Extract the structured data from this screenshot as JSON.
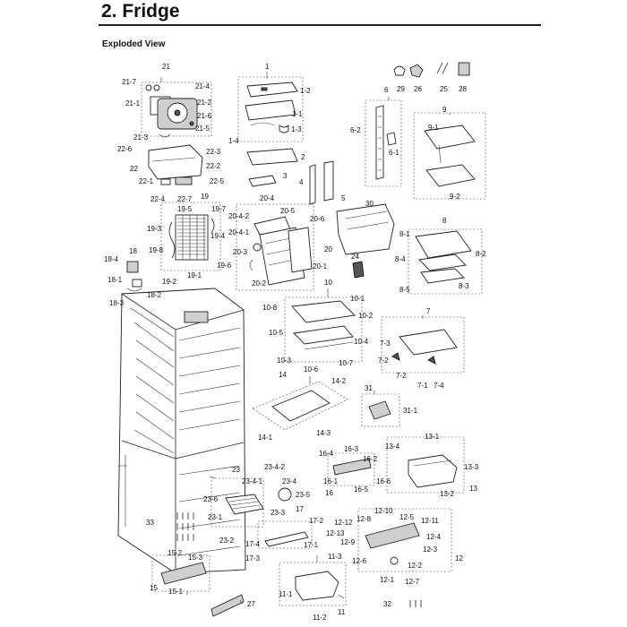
{
  "page": {
    "title": "2.  Fridge",
    "section": "Exploded View"
  },
  "callouts": [
    {
      "id": "c-1",
      "text": "1"
    },
    {
      "id": "c-1-1",
      "text": "1-1"
    },
    {
      "id": "c-1-2",
      "text": "1-2"
    },
    {
      "id": "c-1-3",
      "text": "1-3"
    },
    {
      "id": "c-1-4",
      "text": "1-4"
    },
    {
      "id": "c-2",
      "text": "2"
    },
    {
      "id": "c-3",
      "text": "3"
    },
    {
      "id": "c-4",
      "text": "4"
    },
    {
      "id": "c-5",
      "text": "5"
    },
    {
      "id": "c-6",
      "text": "6"
    },
    {
      "id": "c-6-1",
      "text": "6-1"
    },
    {
      "id": "c-6-2",
      "text": "6-2"
    },
    {
      "id": "c-7",
      "text": "7"
    },
    {
      "id": "c-7-1",
      "text": "7-1"
    },
    {
      "id": "c-7-2a",
      "text": "7-2"
    },
    {
      "id": "c-7-2b",
      "text": "7-2"
    },
    {
      "id": "c-7-3",
      "text": "7-3"
    },
    {
      "id": "c-7-4",
      "text": "7-4"
    },
    {
      "id": "c-8",
      "text": "8"
    },
    {
      "id": "c-8-1",
      "text": "8-1"
    },
    {
      "id": "c-8-2",
      "text": "8-2"
    },
    {
      "id": "c-8-3",
      "text": "8-3"
    },
    {
      "id": "c-8-4",
      "text": "8-4"
    },
    {
      "id": "c-8-5",
      "text": "8-5"
    },
    {
      "id": "c-9",
      "text": "9"
    },
    {
      "id": "c-9-1",
      "text": "9-1"
    },
    {
      "id": "c-9-2",
      "text": "9-2"
    },
    {
      "id": "c-10",
      "text": "10"
    },
    {
      "id": "c-10-1",
      "text": "10-1"
    },
    {
      "id": "c-10-2",
      "text": "10-2"
    },
    {
      "id": "c-10-3",
      "text": "10-3"
    },
    {
      "id": "c-10-4",
      "text": "10-4"
    },
    {
      "id": "c-10-5",
      "text": "10-5"
    },
    {
      "id": "c-10-6",
      "text": "10-6"
    },
    {
      "id": "c-10-7",
      "text": "10-7"
    },
    {
      "id": "c-10-8",
      "text": "10-8"
    },
    {
      "id": "c-11",
      "text": "11"
    },
    {
      "id": "c-11-1",
      "text": "11-1"
    },
    {
      "id": "c-11-2",
      "text": "11-2"
    },
    {
      "id": "c-11-3",
      "text": "11-3"
    },
    {
      "id": "c-12",
      "text": "12"
    },
    {
      "id": "c-12-1",
      "text": "12-1"
    },
    {
      "id": "c-12-2",
      "text": "12-2"
    },
    {
      "id": "c-12-3",
      "text": "12-3"
    },
    {
      "id": "c-12-4",
      "text": "12-4"
    },
    {
      "id": "c-12-5",
      "text": "12-5"
    },
    {
      "id": "c-12-6",
      "text": "12-6"
    },
    {
      "id": "c-12-7",
      "text": "12-7"
    },
    {
      "id": "c-12-8",
      "text": "12-8"
    },
    {
      "id": "c-12-9",
      "text": "12-9"
    },
    {
      "id": "c-12-10",
      "text": "12-10"
    },
    {
      "id": "c-12-11",
      "text": "12-11"
    },
    {
      "id": "c-12-12",
      "text": "12-12"
    },
    {
      "id": "c-12-13",
      "text": "12-13"
    },
    {
      "id": "c-13",
      "text": "13"
    },
    {
      "id": "c-13-1",
      "text": "13-1"
    },
    {
      "id": "c-13-2",
      "text": "13-2"
    },
    {
      "id": "c-13-3",
      "text": "13-3"
    },
    {
      "id": "c-13-4",
      "text": "13-4"
    },
    {
      "id": "c-14",
      "text": "14"
    },
    {
      "id": "c-14-1",
      "text": "14-1"
    },
    {
      "id": "c-14-2",
      "text": "14-2"
    },
    {
      "id": "c-14-3",
      "text": "14-3"
    },
    {
      "id": "c-15",
      "text": "15"
    },
    {
      "id": "c-15-1",
      "text": "15-1"
    },
    {
      "id": "c-15-2",
      "text": "15-2"
    },
    {
      "id": "c-15-3",
      "text": "15-3"
    },
    {
      "id": "c-16",
      "text": "16"
    },
    {
      "id": "c-16-1",
      "text": "16-1"
    },
    {
      "id": "c-16-2",
      "text": "16-2"
    },
    {
      "id": "c-16-3",
      "text": "16-3"
    },
    {
      "id": "c-16-4",
      "text": "16-4"
    },
    {
      "id": "c-16-5",
      "text": "16-5"
    },
    {
      "id": "c-16-6",
      "text": "16-6"
    },
    {
      "id": "c-17",
      "text": "17"
    },
    {
      "id": "c-17-1",
      "text": "17-1"
    },
    {
      "id": "c-17-2",
      "text": "17-2"
    },
    {
      "id": "c-17-3",
      "text": "17-3"
    },
    {
      "id": "c-17-4",
      "text": "17-4"
    },
    {
      "id": "c-18",
      "text": "18"
    },
    {
      "id": "c-18-1",
      "text": "18-1"
    },
    {
      "id": "c-18-2",
      "text": "18-2"
    },
    {
      "id": "c-18-3",
      "text": "18-3"
    },
    {
      "id": "c-18-4",
      "text": "18-4"
    },
    {
      "id": "c-19",
      "text": "19"
    },
    {
      "id": "c-19-1",
      "text": "19-1"
    },
    {
      "id": "c-19-2",
      "text": "19-2"
    },
    {
      "id": "c-19-3",
      "text": "19-3"
    },
    {
      "id": "c-19-4",
      "text": "19-4"
    },
    {
      "id": "c-19-5",
      "text": "19-5"
    },
    {
      "id": "c-19-6",
      "text": "19-6"
    },
    {
      "id": "c-19-7",
      "text": "19-7"
    },
    {
      "id": "c-19-8",
      "text": "19-8"
    },
    {
      "id": "c-20",
      "text": "20"
    },
    {
      "id": "c-20-1",
      "text": "20-1"
    },
    {
      "id": "c-20-2",
      "text": "20-2"
    },
    {
      "id": "c-20-3",
      "text": "20-3"
    },
    {
      "id": "c-20-4",
      "text": "20-4"
    },
    {
      "id": "c-20-4-1",
      "text": "20-4-1"
    },
    {
      "id": "c-20-4-2",
      "text": "20-4-2"
    },
    {
      "id": "c-20-5",
      "text": "20-5"
    },
    {
      "id": "c-20-6",
      "text": "20-6"
    },
    {
      "id": "c-21",
      "text": "21"
    },
    {
      "id": "c-21-1",
      "text": "21-1"
    },
    {
      "id": "c-21-2",
      "text": "21-2"
    },
    {
      "id": "c-21-3",
      "text": "21-3"
    },
    {
      "id": "c-21-4",
      "text": "21-4"
    },
    {
      "id": "c-21-5",
      "text": "21-5"
    },
    {
      "id": "c-21-6",
      "text": "21-6"
    },
    {
      "id": "c-21-7",
      "text": "21-7"
    },
    {
      "id": "c-22",
      "text": "22"
    },
    {
      "id": "c-22-1",
      "text": "22-1"
    },
    {
      "id": "c-22-2",
      "text": "22-2"
    },
    {
      "id": "c-22-3",
      "text": "22-3"
    },
    {
      "id": "c-22-4",
      "text": "22-4"
    },
    {
      "id": "c-22-5",
      "text": "22-5"
    },
    {
      "id": "c-22-6",
      "text": "22-6"
    },
    {
      "id": "c-22-7",
      "text": "22-7"
    },
    {
      "id": "c-23",
      "text": "23"
    },
    {
      "id": "c-23-1",
      "text": "23-1"
    },
    {
      "id": "c-23-2",
      "text": "23-2"
    },
    {
      "id": "c-23-3",
      "text": "23-3"
    },
    {
      "id": "c-23-4",
      "text": "23-4"
    },
    {
      "id": "c-23-4-1",
      "text": "23-4-1"
    },
    {
      "id": "c-23-4-2",
      "text": "23-4-2"
    },
    {
      "id": "c-23-5",
      "text": "23-5"
    },
    {
      "id": "c-23-6",
      "text": "23-6"
    },
    {
      "id": "c-24",
      "text": "24"
    },
    {
      "id": "c-25",
      "text": "25"
    },
    {
      "id": "c-26",
      "text": "26"
    },
    {
      "id": "c-27",
      "text": "27"
    },
    {
      "id": "c-28",
      "text": "28"
    },
    {
      "id": "c-29",
      "text": "29"
    },
    {
      "id": "c-30",
      "text": "30"
    },
    {
      "id": "c-31",
      "text": "31"
    },
    {
      "id": "c-31-1",
      "text": "31-1"
    },
    {
      "id": "c-32",
      "text": "32"
    },
    {
      "id": "c-33",
      "text": "33"
    }
  ]
}
